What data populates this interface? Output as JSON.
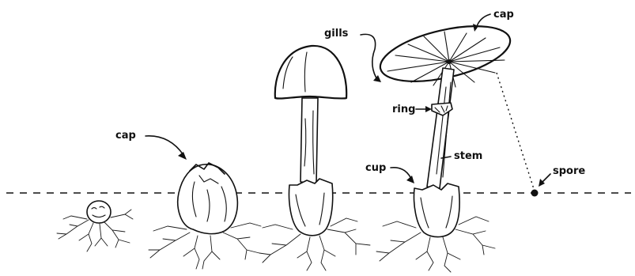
{
  "diagram": {
    "labels": {
      "cap_small": "cap",
      "cap_top": "cap",
      "gills": "gills",
      "ring": "ring",
      "stem": "stem",
      "cup": "cup",
      "spore": "spore"
    },
    "ground_line": "dashed",
    "stages": [
      "button",
      "egg",
      "young",
      "mature"
    ]
  }
}
